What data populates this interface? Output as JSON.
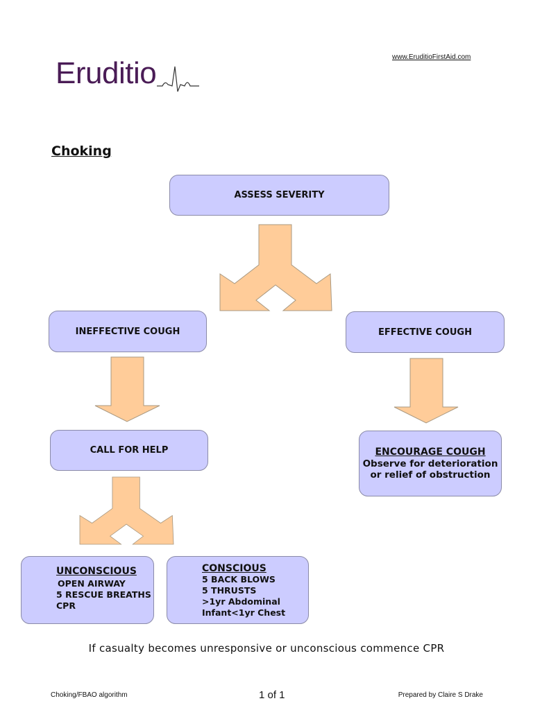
{
  "header": {
    "logo_text": "Eruditio",
    "url": "www.EruditioFirstAid.com"
  },
  "title": "Choking",
  "colors": {
    "box_fill": "#ccccff",
    "arrow_fill": "#ffcc99",
    "logo": "#4a1c56"
  },
  "flow": {
    "assess": "ASSESS SEVERITY",
    "ineffective": "INEFFECTIVE COUGH",
    "effective": "EFFECTIVE COUGH",
    "call_help": "CALL FOR HELP",
    "encourage": {
      "heading": "ENCOURAGE COUGH",
      "lines": [
        "Observe for deterioration",
        "or relief of obstruction"
      ]
    },
    "unconscious": {
      "heading": "UNCONSCIOUS",
      "lines": [
        "OPEN AIRWAY",
        "5 RESCUE BREATHS",
        "CPR"
      ]
    },
    "conscious": {
      "heading": "CONSCIOUS",
      "lines": [
        "5 BACK BLOWS",
        "5 THRUSTS",
        ">1yr Abdominal",
        "Infant<1yr Chest"
      ]
    }
  },
  "note": "If casualty becomes unresponsive or unconscious commence  CPR",
  "footer": {
    "left": "Choking/FBAO algorithm",
    "page": "1 of 1",
    "right": "Prepared by Claire S Drake"
  }
}
